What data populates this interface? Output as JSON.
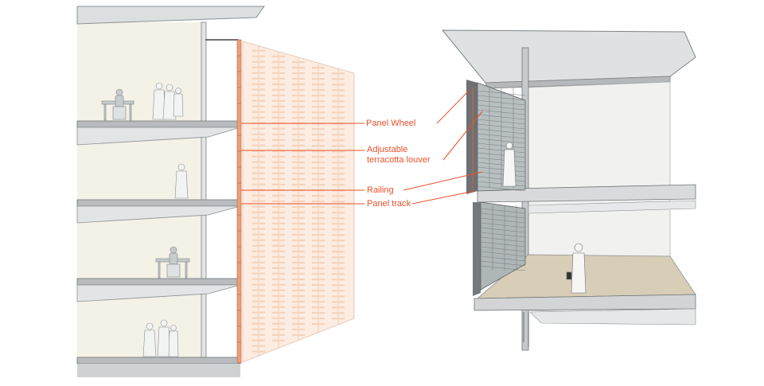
{
  "annotations": {
    "panel_wheel": "Panel Wheel",
    "adjustable_louver_line1": "Adjustable",
    "adjustable_louver_line2": "terracotta louver",
    "railing": "Railing",
    "panel_track": "Panel track"
  },
  "colors": {
    "annotation": "#e8512a",
    "wall": "#f4f1e6",
    "slab": "#d9dbdc",
    "slab_edge": "#9a9ea1",
    "louver": "#f6c7a8",
    "louver_frame": "#efd6c4",
    "floor_beige": "#d8cdb6",
    "line": "#555a5e"
  }
}
